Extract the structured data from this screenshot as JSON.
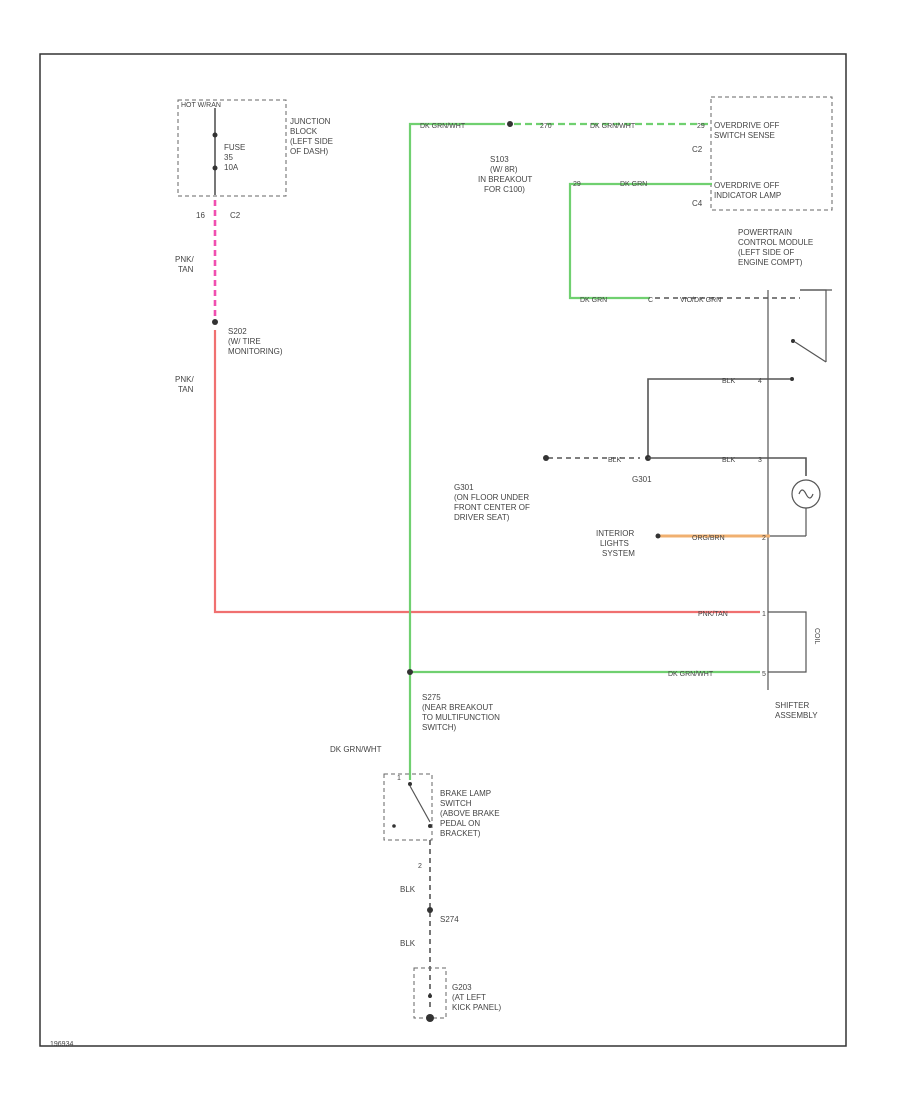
{
  "colors": {
    "green": "#70d070",
    "red": "#f07070",
    "pink": "#f050b0",
    "orange": "#f0b070",
    "black": "#555555"
  },
  "labels": {
    "hot_warm": "HOT W/RAN",
    "fuse_line1": "FUSE",
    "fuse_line2": "35",
    "fuse_line3": "10A",
    "junction_1": "JUNCTION",
    "junction_2": "BLOCK",
    "junction_3": "(LEFT SIDE",
    "junction_4": "OF DASH)",
    "pin_16": "16",
    "conn_c2_top": "C2",
    "pnk_1": "PNK/",
    "tan_1": "TAN",
    "s202_1": "S202",
    "s202_2": "(W/ TIRE",
    "s202_3": "MONITORING)",
    "pnk_2": "PNK/",
    "tan_2": "TAN",
    "dg_wht_top": "DK GRN/WHT",
    "pin_270": "270",
    "dg_wht_pcm": "DK GRN/WHT",
    "pin_29": "29",
    "s103_1": "S103",
    "s103_2": "(W/ 8R)",
    "s103_3": "IN BREAKOUT",
    "s103_4": "FOR C100)",
    "od_sense_1": "OVERDRIVE OFF",
    "od_sense_2": "SWITCH SENSE",
    "conn_c2_pcm": "C2",
    "pin_29b": "29",
    "dg_org": "DK GRN",
    "od_ind_1": "OVERDRIVE OFF",
    "od_ind_2": "INDICATOR LAMP",
    "conn_c4": "C4",
    "pcm_1": "POWERTRAIN",
    "pcm_2": "CONTROL MODULE",
    "pcm_3": "(LEFT SIDE OF",
    "pcm_4": "ENGINE COMPT)",
    "dg_org_2": "DK GRN",
    "pin_c": "C",
    "vio_wht": "VIO/DK GRN",
    "blk_1": "BLK",
    "pin_4": "4",
    "blk_2": "BLK",
    "blk_3": "BLK",
    "pin_3": "3",
    "g301_lbl": "G301",
    "g301_1": "G301",
    "g301_2": "(ON FLOOR UNDER",
    "g301_3": "FRONT CENTER OF",
    "g301_4": "DRIVER SEAT)",
    "int_1": "INTERIOR",
    "int_2": "LIGHTS",
    "int_3": "SYSTEM",
    "org_brn": "ORG/BRN",
    "pin_2": "2",
    "pnk_tan_r": "PNK/TAN",
    "pin_1": "1",
    "coil": "COIL",
    "dg_wht_sh": "DK GRN/WHT",
    "pin_5": "5",
    "shifter_1": "SHIFTER",
    "shifter_2": "ASSEMBLY",
    "s275_1": "S275",
    "s275_2": "(NEAR BREAKOUT",
    "s275_3": "TO MULTIFUNCTION",
    "s275_4": "SWITCH)",
    "dg_wht_bl": "DK GRN/WHT",
    "bl_1": "BRAKE LAMP",
    "bl_2": "SWITCH",
    "bl_3": "(ABOVE BRAKE",
    "bl_4": "PEDAL ON",
    "bl_5": "BRACKET)",
    "pin_bl_1": "1",
    "pin_bl_2": "2",
    "blk_4": "BLK",
    "s274": "S274",
    "blk_5": "BLK",
    "g203_1": "G203",
    "g203_2": "(AT LEFT",
    "g203_3": "KICK PANEL)",
    "fig_id": "196934"
  }
}
